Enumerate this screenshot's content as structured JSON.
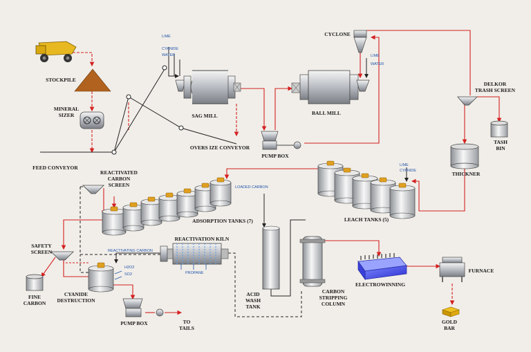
{
  "labels": {
    "stockpile": "STOCKPILE",
    "mineral_sizer": [
      "MINERAL",
      "SIZER"
    ],
    "feed_conveyor": "FEED CONVEYOR",
    "sag_mill": "SAG MILL",
    "oversize_conveyor": "OVERS IZE CONVEYOR",
    "pump_box_top": "PUMP BOX",
    "ball_mill": "BALL MILL",
    "cyclone": "CYCLONE",
    "delkor": [
      "DELKOR",
      "TRASH SCREEN"
    ],
    "trash_bin": [
      "TASH",
      "BIN"
    ],
    "thickner": "THICKNER",
    "leach_tanks": "LEACH TANKS (5)",
    "adsorption_tanks": "ADSORPTION TANKS (7)",
    "reactivated_screen": [
      "REACTIVATED",
      "CARBON",
      "SCREEN"
    ],
    "safety_screen": [
      "SAFETY",
      "SCREEN"
    ],
    "fine_carbon": [
      "FINE",
      "CARBON"
    ],
    "cyanide_destruction": [
      "CYANIDE",
      "DESTRUCTION"
    ],
    "pump_box_bottom": "PUMP BOX",
    "to_tails": [
      "TO",
      "TAILS"
    ],
    "reactivation_kiln": "REACTIVATION KILN",
    "acid_wash": [
      "ACID",
      "WASH",
      "TANK"
    ],
    "stripping_column": [
      "CARBON",
      "STRIPPING",
      "COLUMN"
    ],
    "electrowinning": "ELECTROWINNING",
    "furnace": "FURNACE",
    "gold_bar": [
      "GOLD",
      "BAR"
    ]
  },
  "small": {
    "lime_sag": "LIME",
    "cyanide_sag": "CYANIDE",
    "water_sag": "WATER",
    "lime_ball": "LIME",
    "water_ball": "WATER",
    "lime_leach": "LIME",
    "cyanide_leach": "CYANIDE",
    "loaded_carbon": "LOADED CARBON",
    "reactivating_carbon": "REACTIVATING CARBON",
    "propane": "PROPANE",
    "h2o2": "H2O2",
    "so2": "SO2"
  }
}
